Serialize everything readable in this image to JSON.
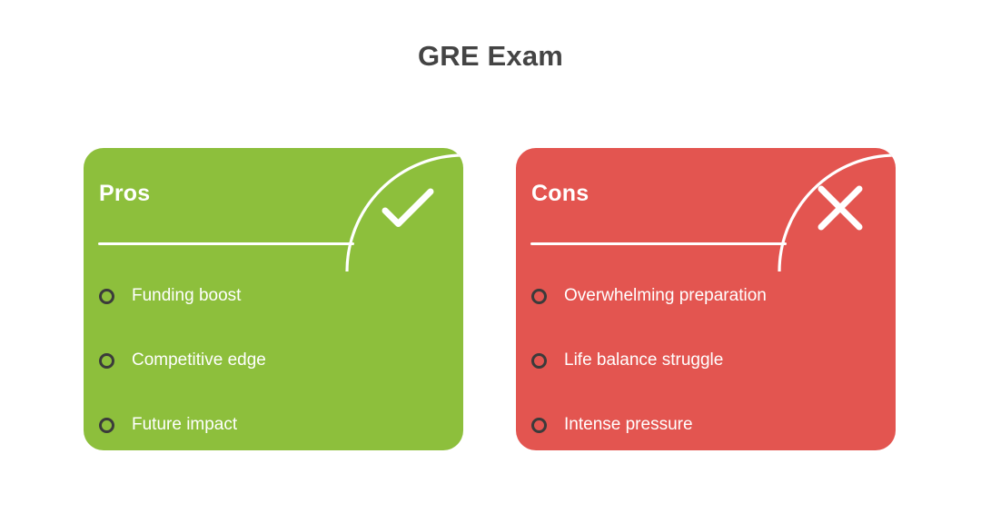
{
  "title": "GRE Exam",
  "background_color": "#ffffff",
  "title_color": "#444444",
  "cards": [
    {
      "id": "pros",
      "heading": "Pros",
      "color": "#8DBF3C",
      "icon": "check-icon",
      "items": [
        "Funding boost",
        "Competitive edge",
        "Future impact"
      ]
    },
    {
      "id": "cons",
      "heading": "Cons",
      "color": "#E35550",
      "icon": "cross-icon",
      "items": [
        "Overwhelming preparation",
        "Life balance struggle",
        "Intense pressure"
      ]
    }
  ],
  "bullet_color": "#3B3B3B",
  "text_color": "#ffffff"
}
